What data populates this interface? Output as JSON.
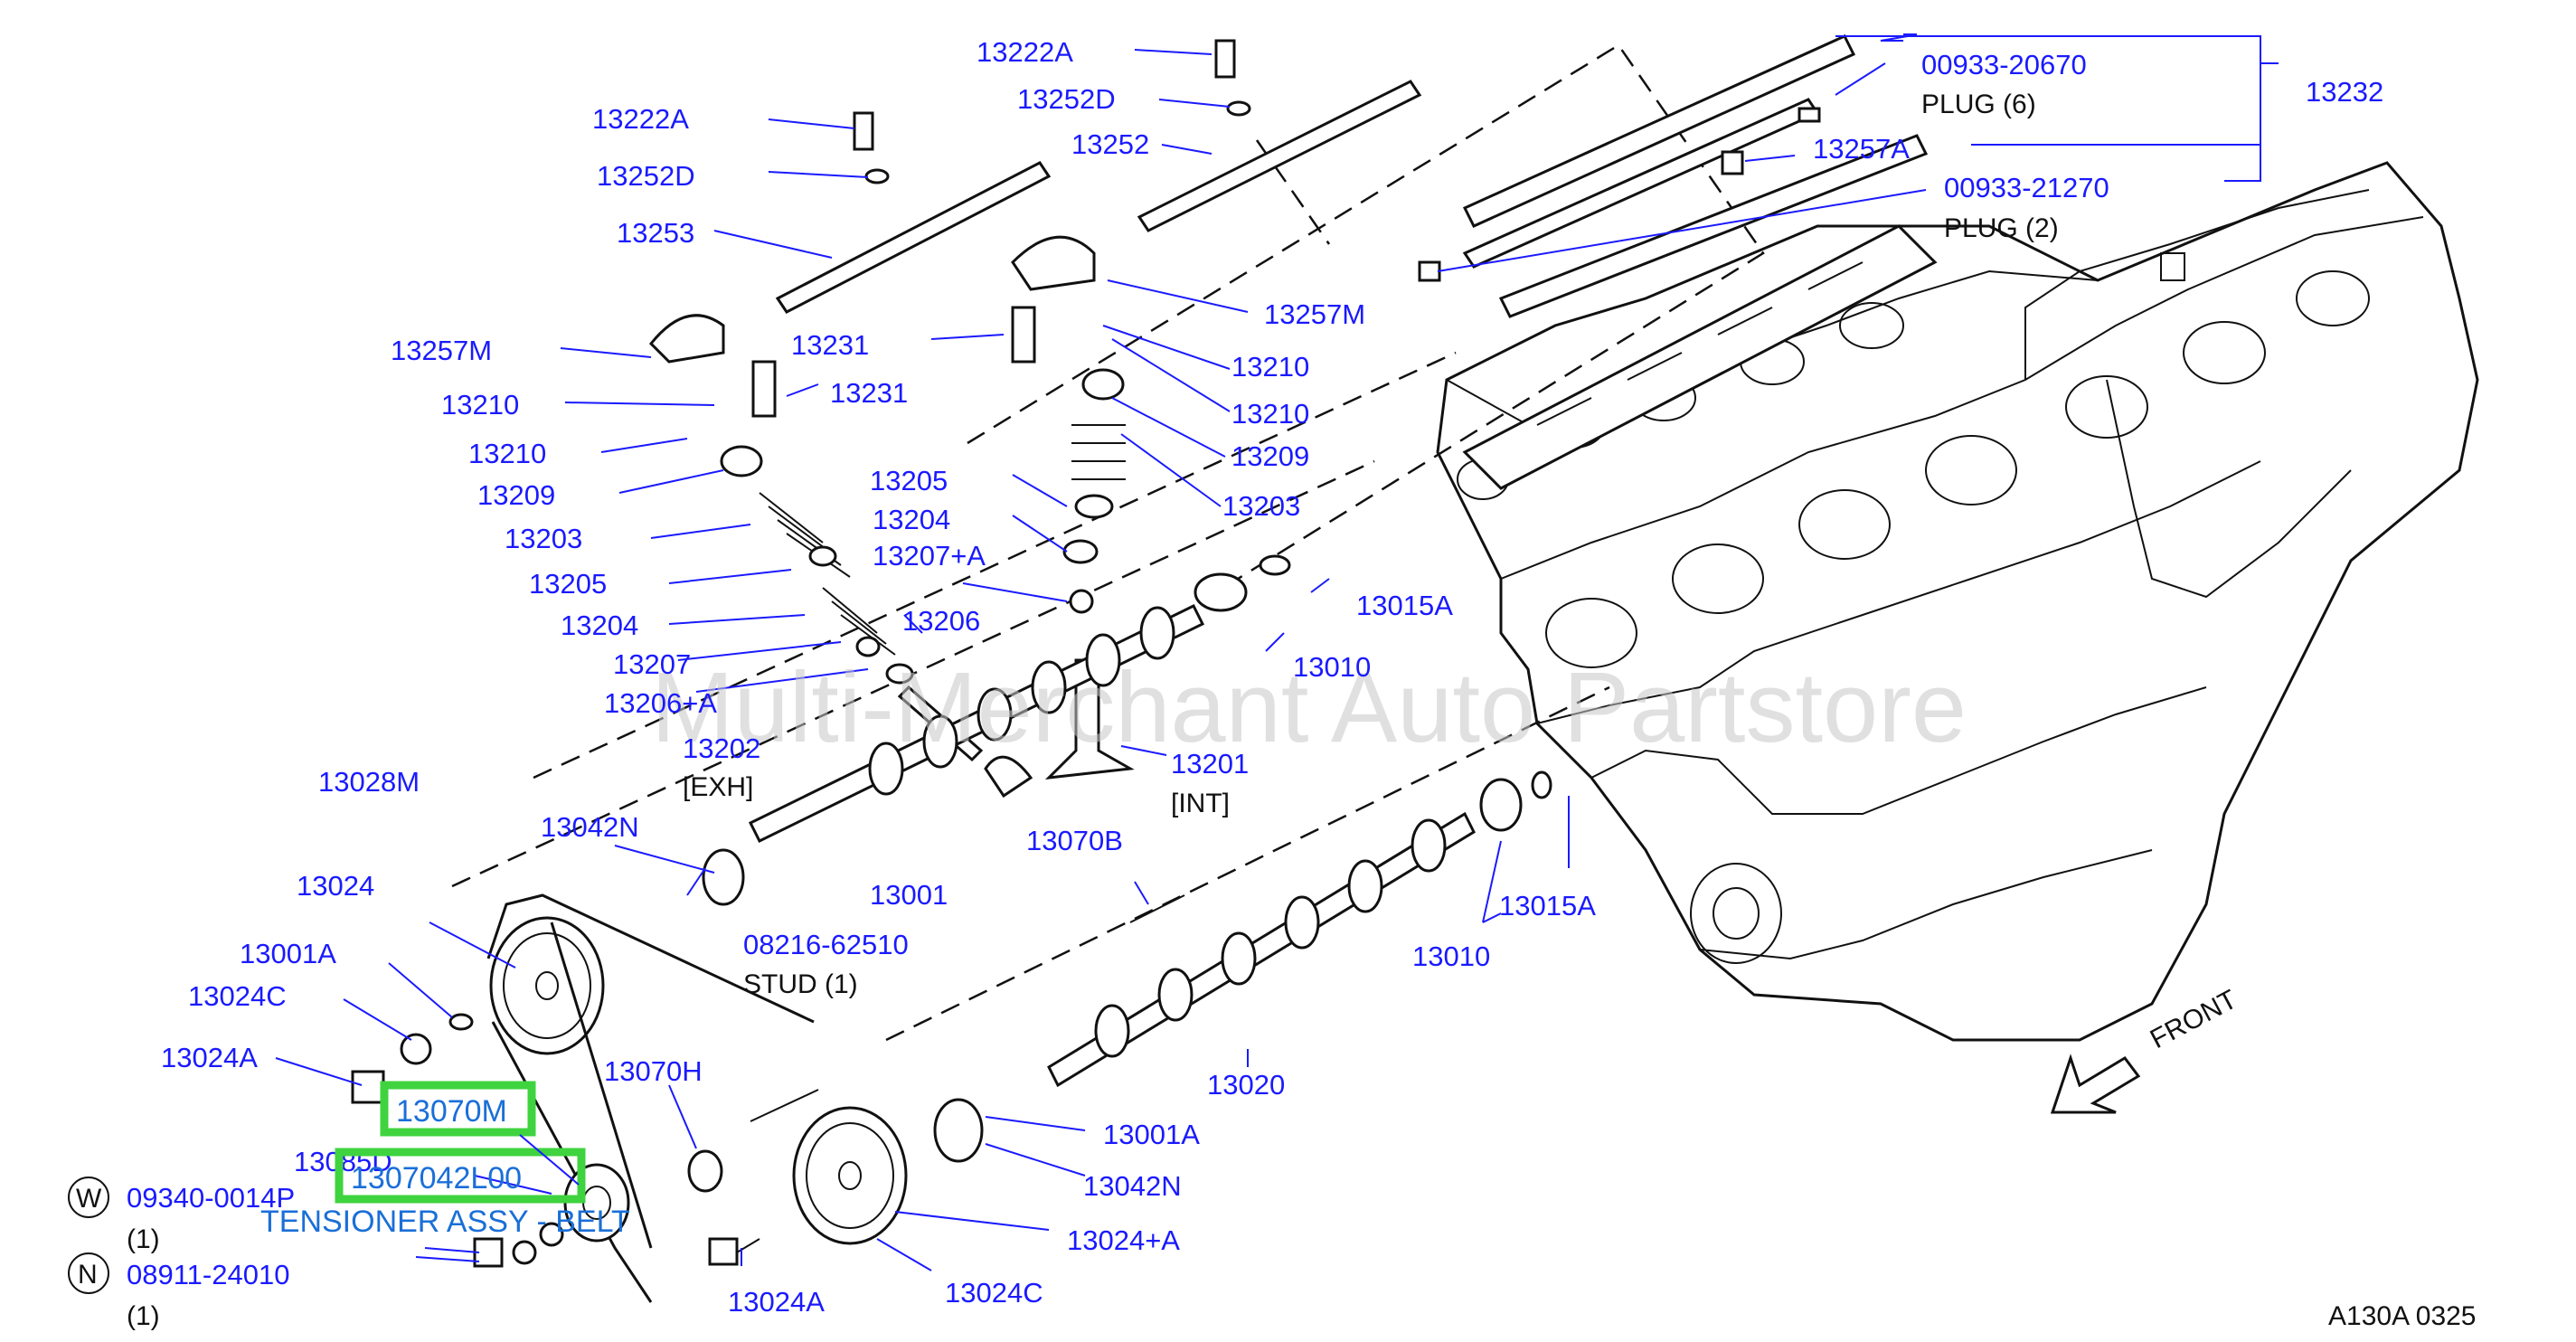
{
  "watermark": "Multi-Merchant Auto Partstore",
  "diagram_code": "A130A 0325",
  "front_label": "FRONT",
  "labels": {
    "l13222A_top": "13222A",
    "l13252D_top": "13252D",
    "l13252": "13252",
    "l13222A_left": "13222A",
    "l13252D_left": "13252D",
    "l13253": "13253",
    "l13257M_left": "13257M",
    "l13210_a": "13210",
    "l13210_b": "13210",
    "l13209_left": "13209",
    "l13203_left": "13203",
    "l13205_left": "13205",
    "l13204_left": "13204",
    "l13207": "13207",
    "l13206A": "13206+A",
    "l13202": "13202",
    "l13231_a": "13231",
    "l13231_b": "13231",
    "l13257M_right": "13257M",
    "l13210_c": "13210",
    "l13210_d": "13210",
    "l13209_right": "13209",
    "l13203_right": "13203",
    "l13205_mid": "13205",
    "l13204_mid": "13204",
    "l13207A": "13207+A",
    "l13206": "13206",
    "l13201": "13201",
    "l00933_20670": "00933-20670",
    "l13232": "13232",
    "l13257A": "13257A",
    "l00933_21270": "00933-21270",
    "l13015A_top": "13015A",
    "l13010_top": "13010",
    "l13028M": "13028M",
    "l13042N_top": "13042N",
    "l13001": "13001",
    "l13070B": "13070B",
    "l08216": "08216-62510",
    "l13024": "13024",
    "l13001A_left": "13001A",
    "l13024C_left": "13024C",
    "l13024A_left": "13024A",
    "l13070H": "13070H",
    "l13085D": "13085D",
    "l09340": "09340-0014P",
    "l08911": "08911-24010",
    "l13015A_bot": "13015A",
    "l13010_bot": "13010",
    "l13020": "13020",
    "l13001A_bot": "13001A",
    "l13042N_bot": "13042N",
    "l13024plusA": "13024+A",
    "l13024C_bot": "13024C",
    "l13024A_bot": "13024A"
  },
  "notes": {
    "plug6": "PLUG   (6)",
    "plug2": "PLUG   (2)",
    "exh": "[EXH]",
    "int": "[INT]",
    "stud": "STUD    (1)",
    "qty_w": "(1)",
    "qty_n": "(1)",
    "symbol_w": "W",
    "symbol_n": "N"
  },
  "highlighted": {
    "part_a": "13070M",
    "part_b": "1307042L00",
    "description": "TENSIONER ASSY - BELT"
  },
  "colors": {
    "label": "#1a1aff",
    "highlight_box": "#3fd33f",
    "highlight_text": "#1a6fd8",
    "line_art": "#111111"
  }
}
